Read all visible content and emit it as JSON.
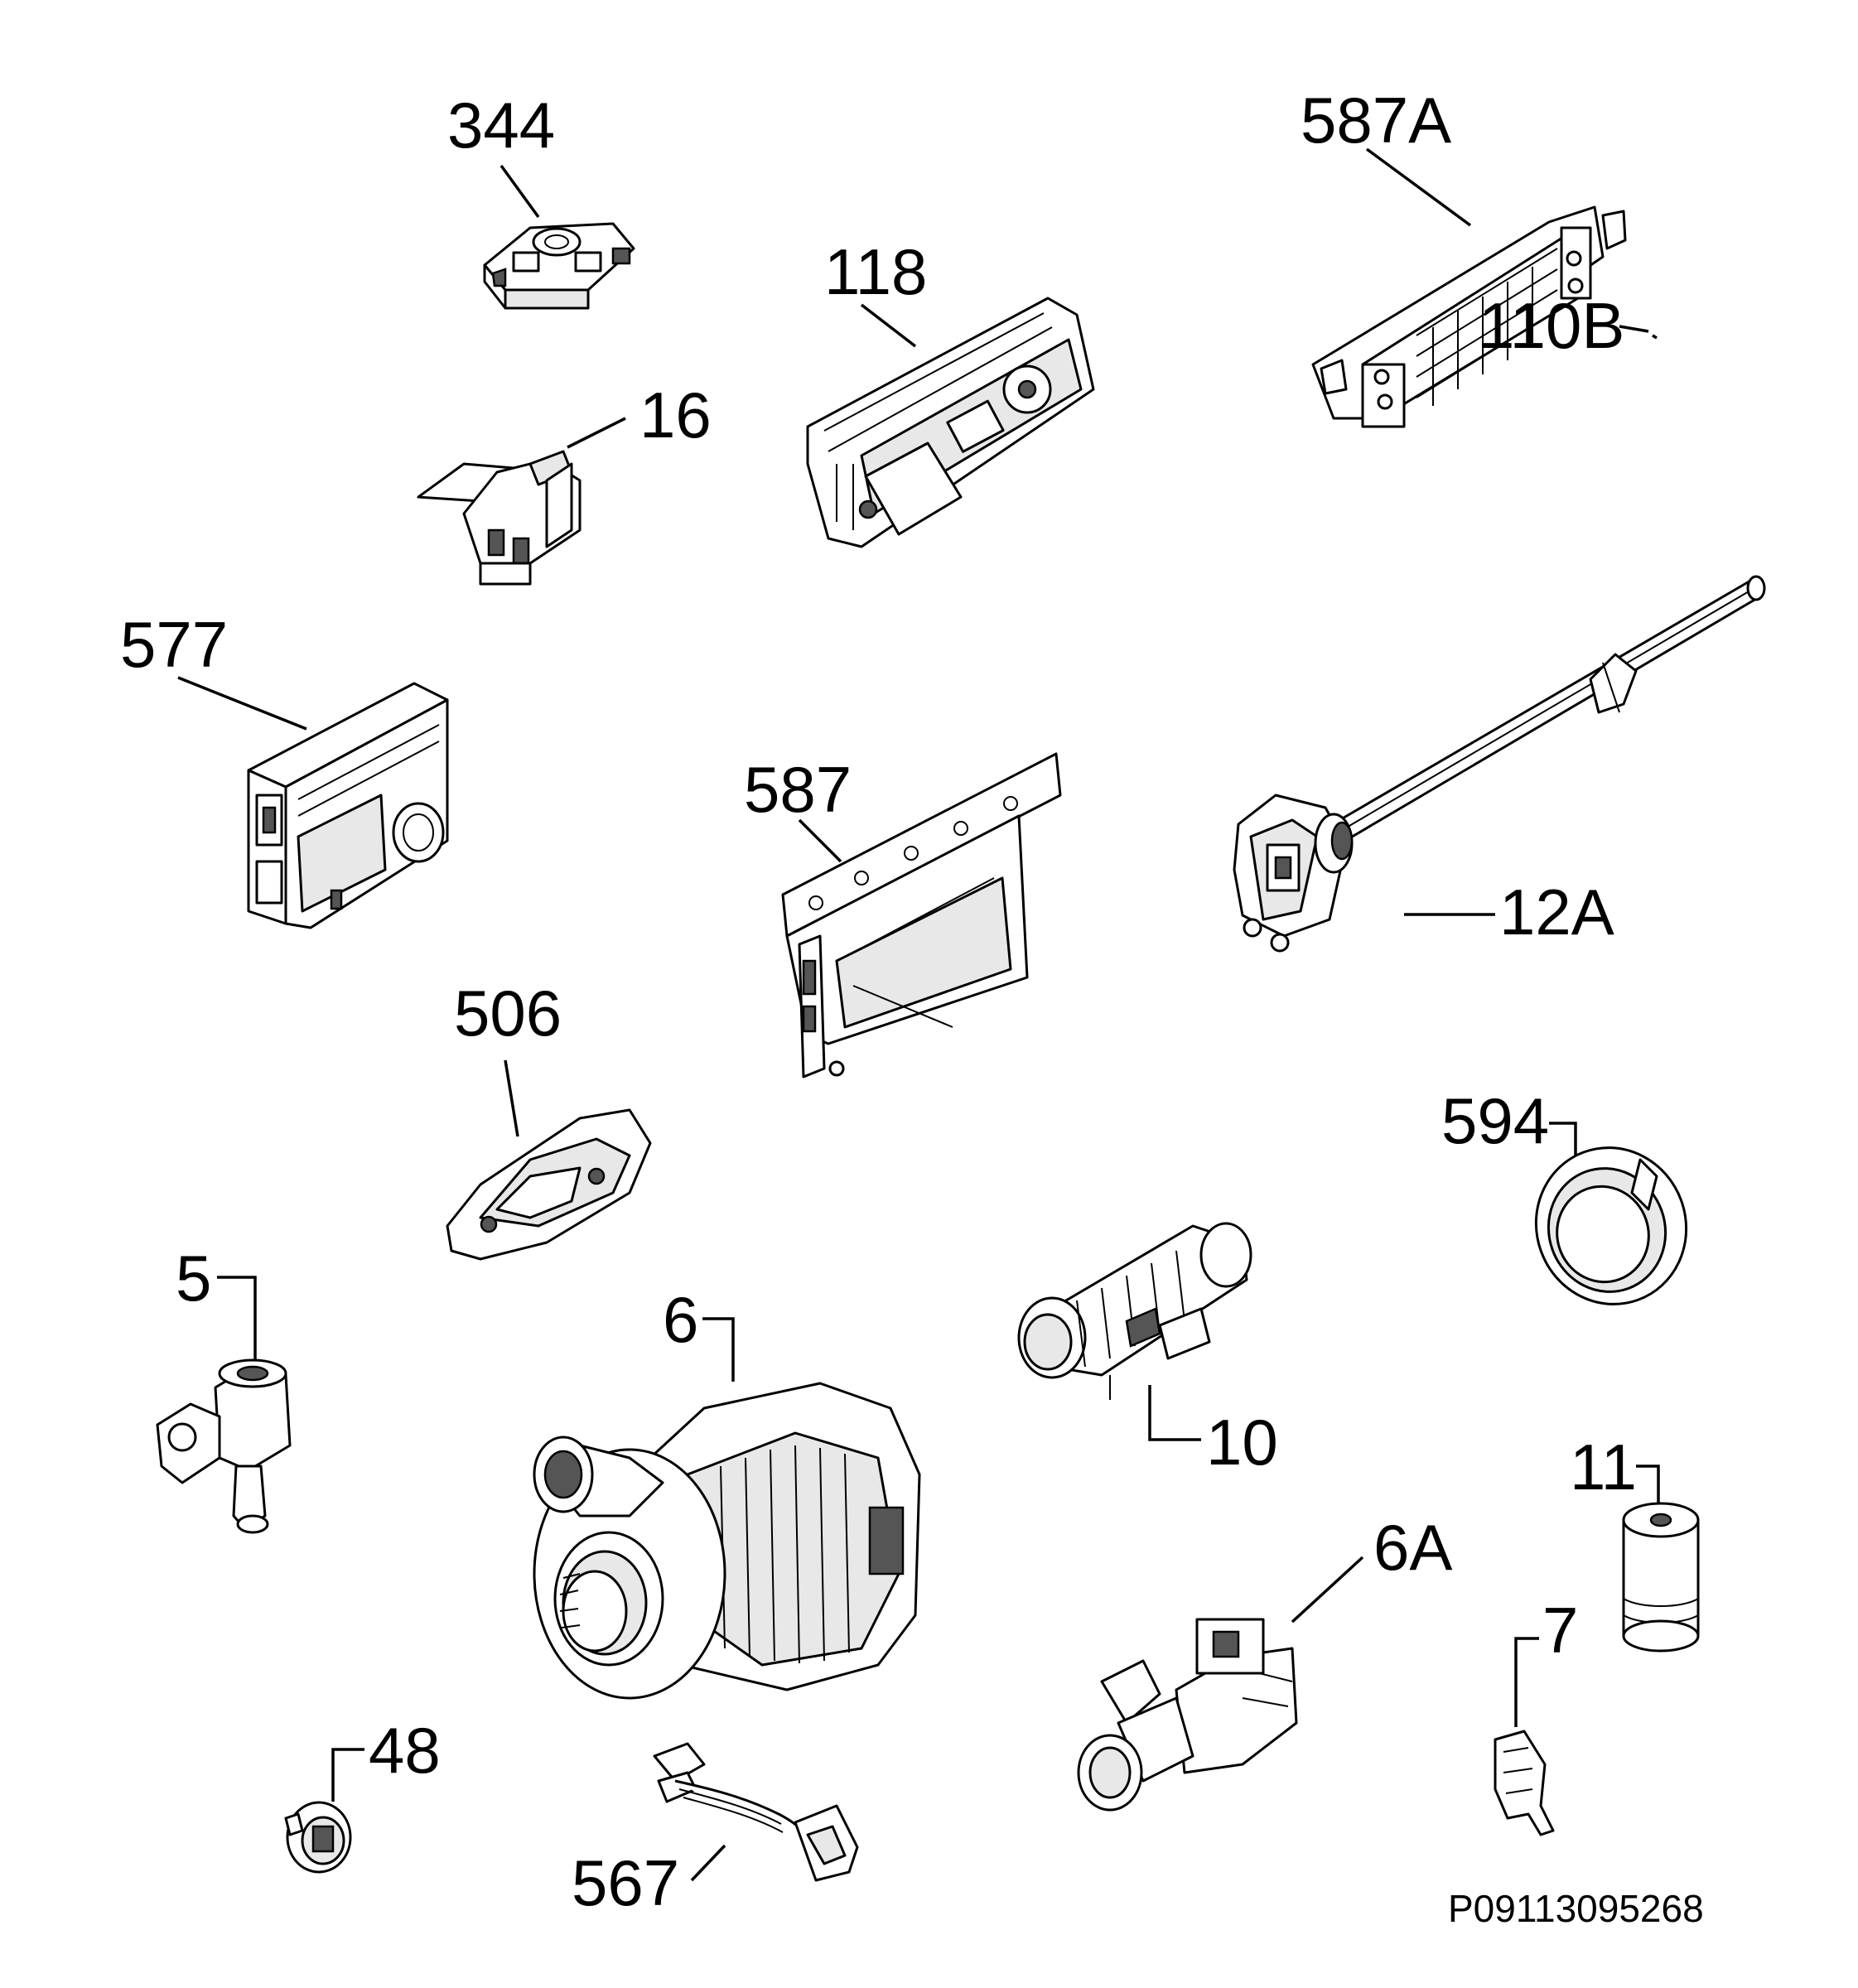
{
  "labels": {
    "p344": "344",
    "p587A": "587A",
    "p118": "118",
    "p16": "16",
    "p110B": "110B",
    "p577": "577",
    "p587": "587",
    "p12A": "12A",
    "p506": "506",
    "p594": "594",
    "p5": "5",
    "p6": "6",
    "p10": "10",
    "p11": "11",
    "p6A": "6A",
    "p7": "7",
    "p48": "48",
    "p567": "567"
  },
  "drawing_code": "P09113095268"
}
